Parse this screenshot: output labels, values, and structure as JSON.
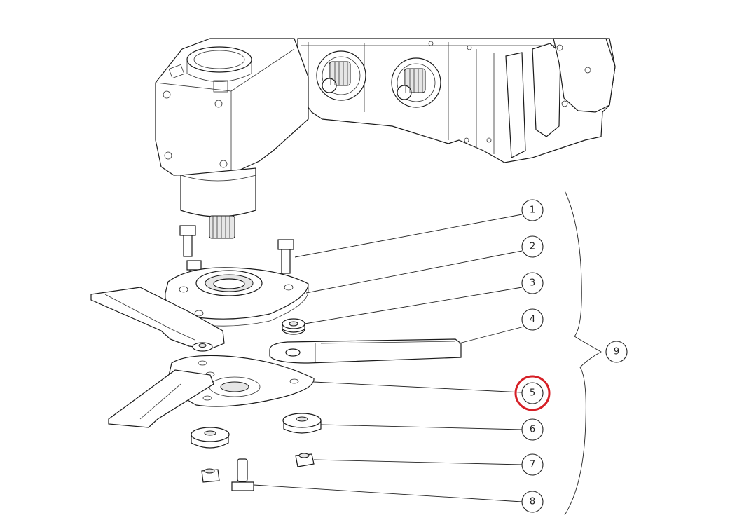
{
  "callouts": [
    {
      "label": "1"
    },
    {
      "label": "2"
    },
    {
      "label": "3"
    },
    {
      "label": "4"
    },
    {
      "label": "5"
    },
    {
      "label": "6"
    },
    {
      "label": "7"
    },
    {
      "label": "8"
    },
    {
      "label": "9"
    }
  ],
  "highlight": {
    "callout": "5",
    "color": "#d62027"
  },
  "colors": {
    "line": "#1a1a1a",
    "background": "#ffffff"
  }
}
